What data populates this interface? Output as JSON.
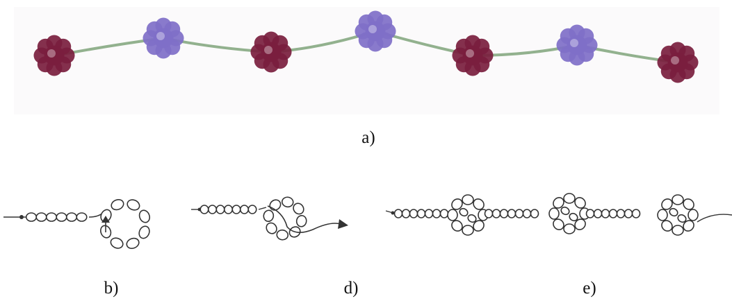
{
  "labels": {
    "a": "a)",
    "b": "b)",
    "d": "d)",
    "e": "e)"
  },
  "colors": {
    "rosette_dark": "#7a1e3e",
    "rosette_light": "#7f6fc8",
    "thread": "#7fa37a",
    "outline": "#333333"
  }
}
